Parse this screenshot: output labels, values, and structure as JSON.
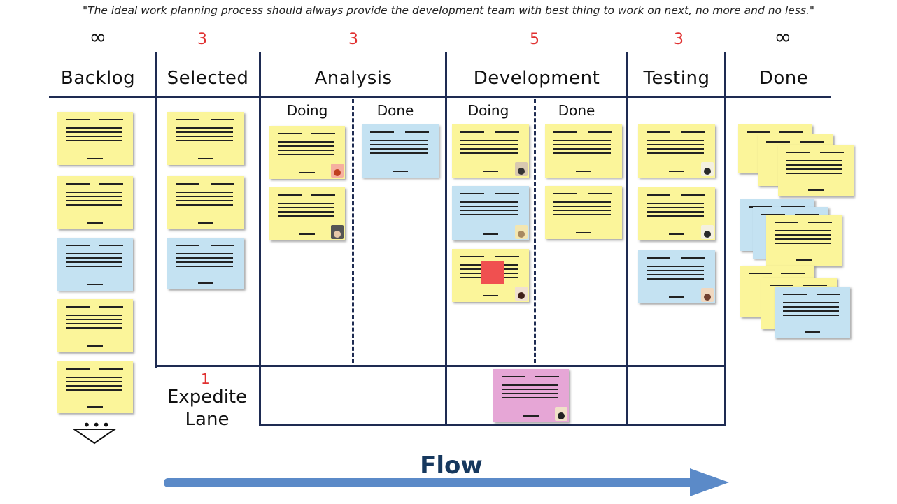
{
  "quote": "\"The ideal work planning process should always provide the development team with best thing to work on next, no more and no less.\"",
  "columns": {
    "backlog": {
      "title": "Backlog",
      "limit": "∞"
    },
    "selected": {
      "title": "Selected",
      "limit": "3"
    },
    "analysis": {
      "title": "Analysis",
      "limit": "3",
      "doing": "Doing",
      "done": "Done"
    },
    "development": {
      "title": "Development",
      "limit": "5",
      "doing": "Doing",
      "done": "Done"
    },
    "testing": {
      "title": "Testing",
      "limit": "3"
    },
    "done": {
      "title": "Done",
      "limit": "∞"
    }
  },
  "expedite": {
    "limit": "1",
    "label_line1": "Expedite",
    "label_line2": "Lane"
  },
  "more": "•••",
  "flow": "Flow",
  "colors": {
    "yellow_card": "#fbf59a",
    "blue_card": "#c4e2f2",
    "pink_card": "#e6a6d6",
    "limit_red": "#e03030",
    "board_line": "#1e2b52",
    "flow_arrow": "#5b8ac8",
    "flow_text": "#16385e",
    "blocker": "#f05050"
  },
  "icons": {
    "card_avatar": "person-avatar-icon",
    "blocker": "blocker-sticky-icon",
    "more": "ellipsis-icon",
    "backlog_more": "down-triangle-icon",
    "flow": "right-arrow-icon"
  }
}
